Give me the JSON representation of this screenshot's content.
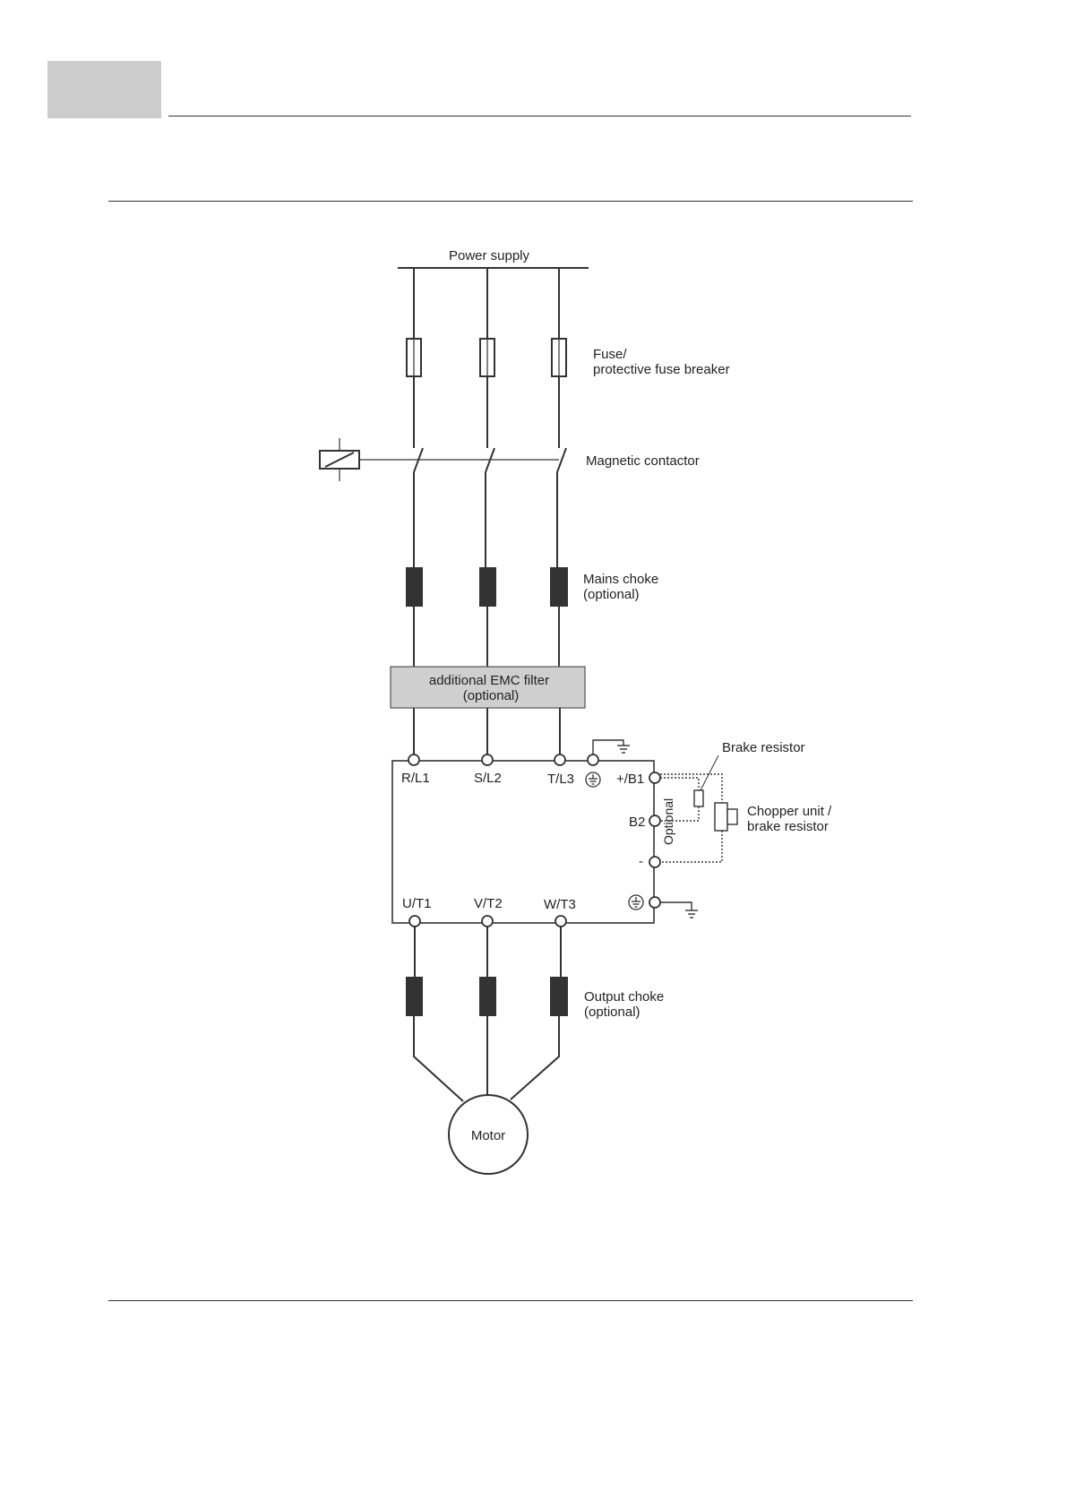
{
  "labels": {
    "power_supply": "Power supply",
    "fuse_line1": "Fuse/",
    "fuse_line2": "protective fuse breaker",
    "contactor": "Magnetic contactor",
    "mains_choke_line1": "Mains choke",
    "mains_choke_line2": "(optional)",
    "emc_line1": "additional EMC filter",
    "emc_line2": "(optional)",
    "brake_resistor": "Brake resistor",
    "chopper_line1": "Chopper unit /",
    "chopper_line2": "brake resistor",
    "optional_vertical": "Optional",
    "output_choke_line1": "Output choke",
    "output_choke_line2": "(optional)",
    "motor": "Motor"
  },
  "terminals": {
    "r": "R/L1",
    "s": "S/L2",
    "t": "T/L3",
    "b1": "+/B1",
    "b2": "B2",
    "minus": "-",
    "u": "U/T1",
    "v": "V/T2",
    "w": "W/T3"
  },
  "colors": {
    "line": "#333333",
    "choke_fill": "#333333",
    "emc_fill": "#cfcfcf",
    "header_box": "#cccccc"
  }
}
